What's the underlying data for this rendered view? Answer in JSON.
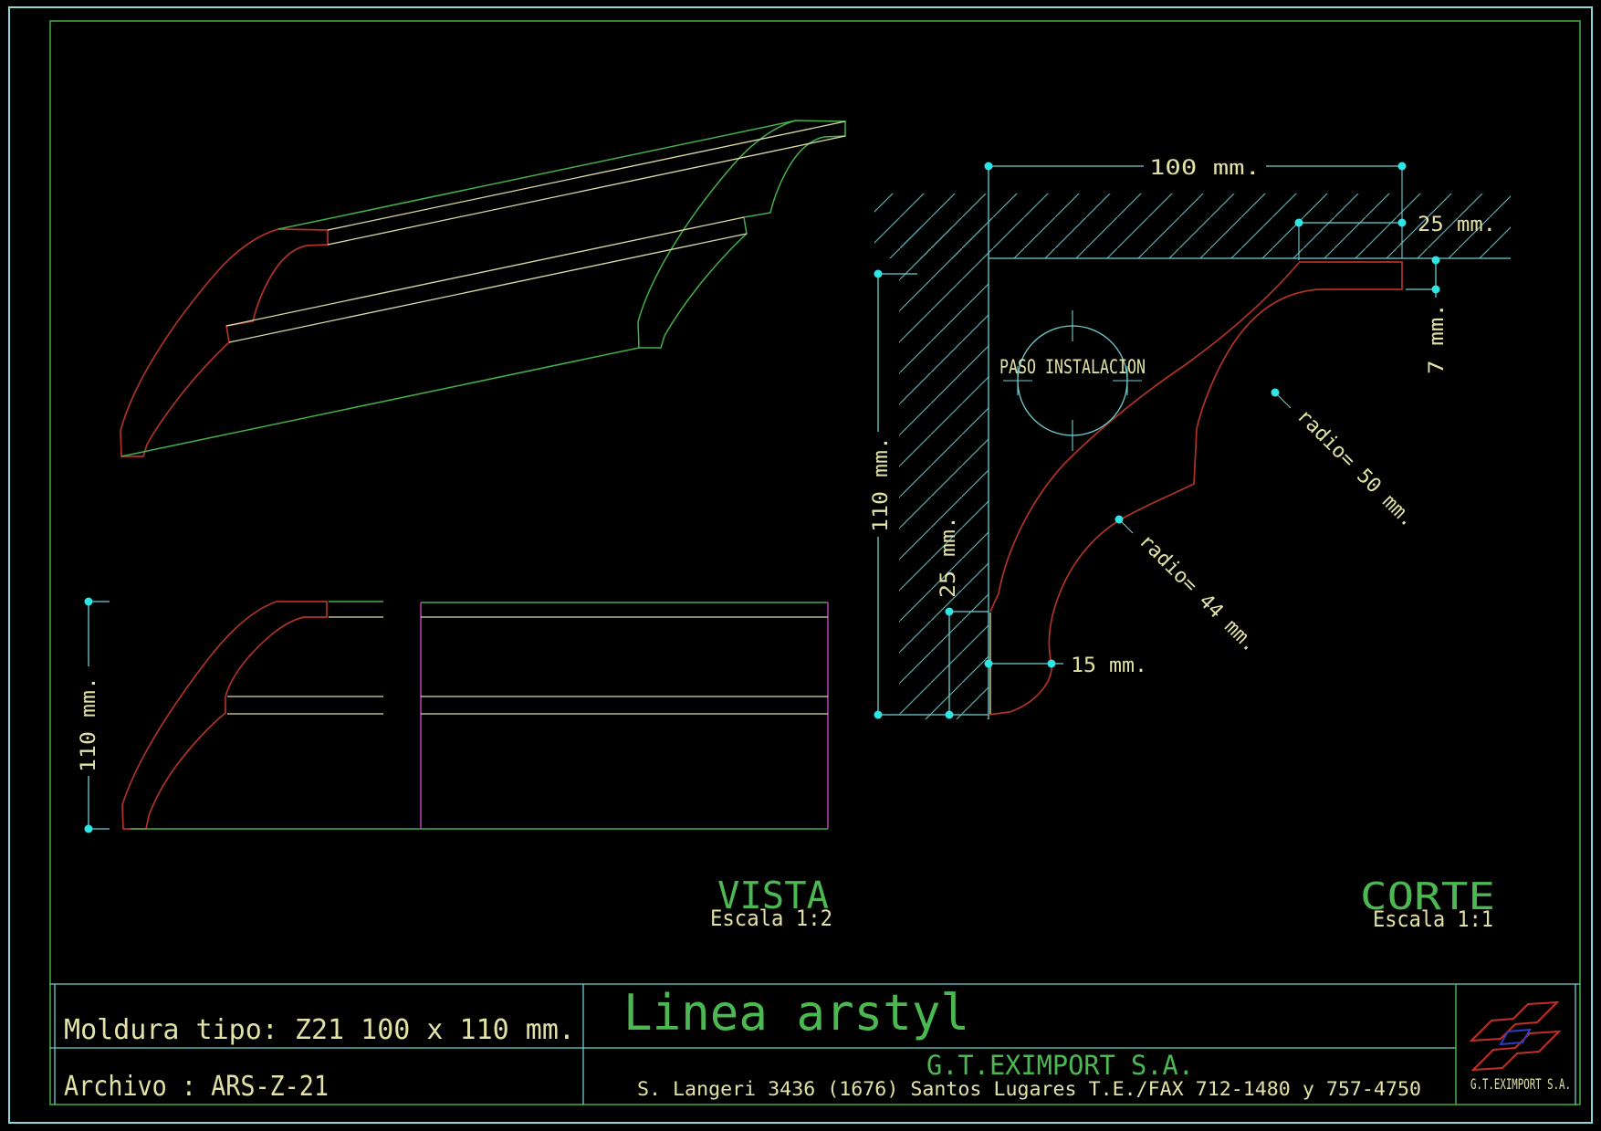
{
  "views": {
    "vista": {
      "label": "VISTA",
      "scale": "Escala 1:2",
      "dim_height": "110 mm."
    },
    "corte": {
      "label": "CORTE",
      "scale": "Escala 1:1",
      "dim_width": "100 mm.",
      "dim_top_flat": "25 mm.",
      "dim_drop": "7 mm.",
      "dim_height": "110 mm.",
      "dim_wall_contact": "25 mm.",
      "dim_bottom": "15 mm.",
      "radius_upper": "radio= 50 mm.",
      "radius_lower": "radio= 44 mm.",
      "hole_label": "PASO INSTALACION"
    }
  },
  "title_block": {
    "moldura": "Moldura tipo: Z21 100 x 110 mm.",
    "archivo": "Archivo : ARS-Z-21",
    "product_line": "Linea arstyl",
    "company": "G.T.EXIMPORT S.A.",
    "address": "S. Langeri 3436 (1676) Santos Lugares T.E./FAX 712-1480 y 757-4750",
    "logo_caption": "G.T.EXIMPORT S.A."
  },
  "colors": {
    "background": "#000000",
    "outer_frame": "#8AD8D8",
    "inner_frame": "#3FA43F",
    "profile_red": "#B03228",
    "green": "#44B04A",
    "dim_cyan": "#6FCFCF",
    "hatch_cyan": "#4FAFAF",
    "cream_line": "#DCDCA8",
    "text_yellow": "#E2E2A6",
    "magenta": "#B443B4",
    "dot_cyan": "#2EE6E6",
    "logo_red": "#C03028",
    "logo_blue": "#2A3FBF"
  }
}
